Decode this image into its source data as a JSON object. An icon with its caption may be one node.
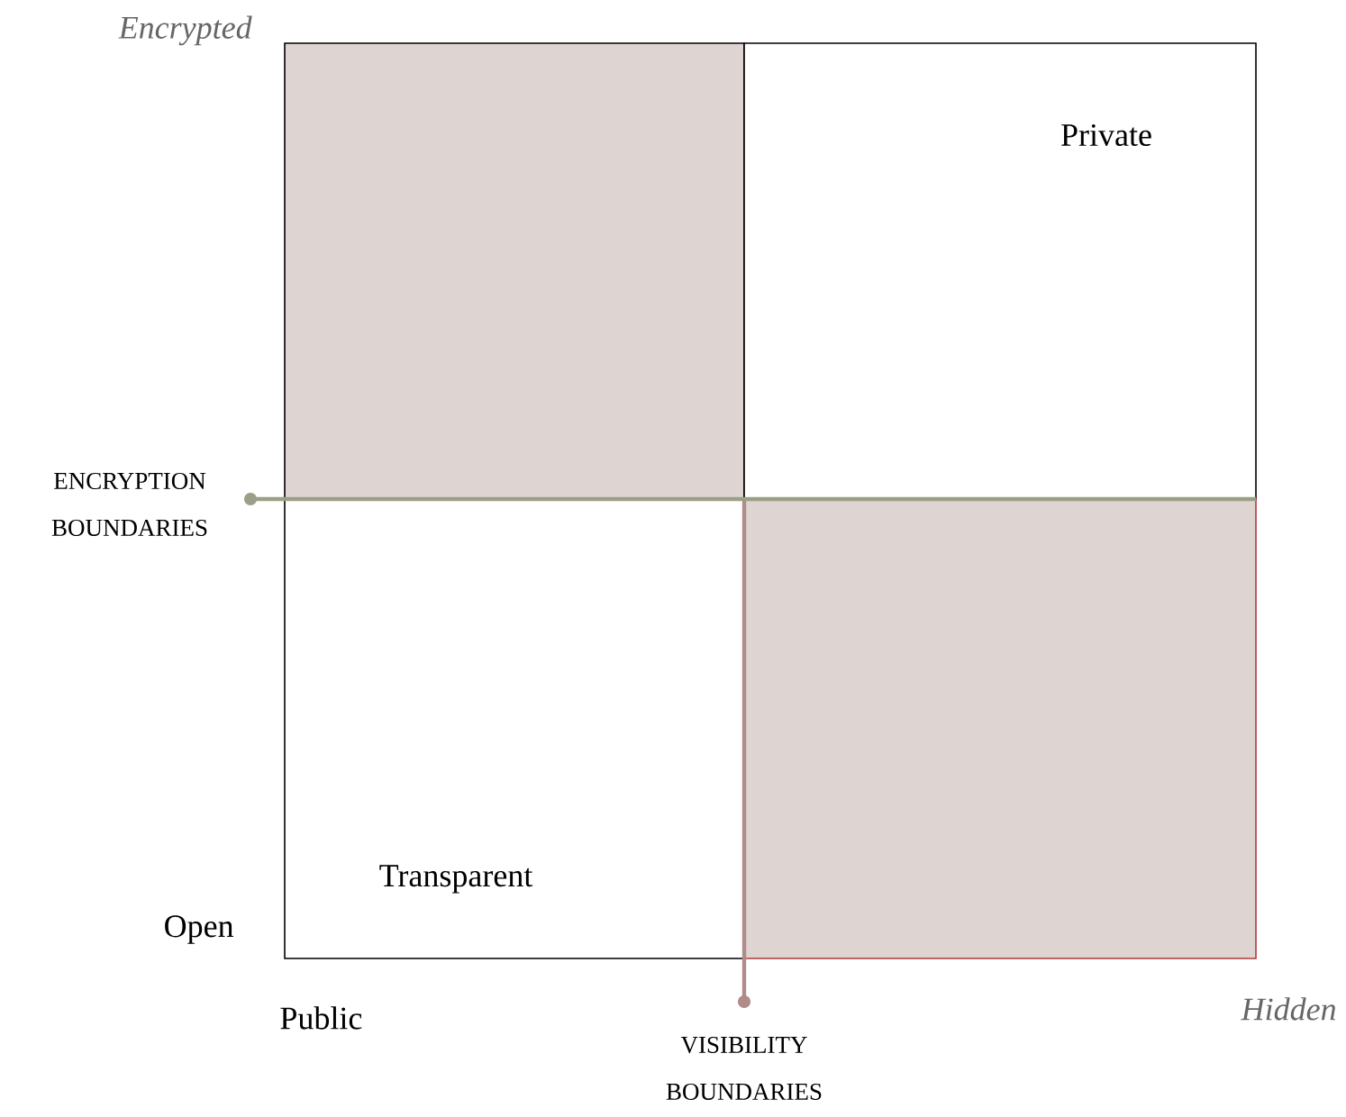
{
  "diagram": {
    "nodes": [
      {
        "text": [],
        "shape": "box"
      },
      {
        "text": [
          "Private"
        ]
      },
      {
        "text": [
          "Transparent"
        ]
      },
      {
        "text": [],
        "shape": "box"
      }
    ],
    "labels": [
      "Encrypted",
      "ENCRYPTION BOUNDARIES",
      "Open",
      "Public",
      "VISIBILITY BOUNDARIES",
      "Hidden"
    ]
  }
}
